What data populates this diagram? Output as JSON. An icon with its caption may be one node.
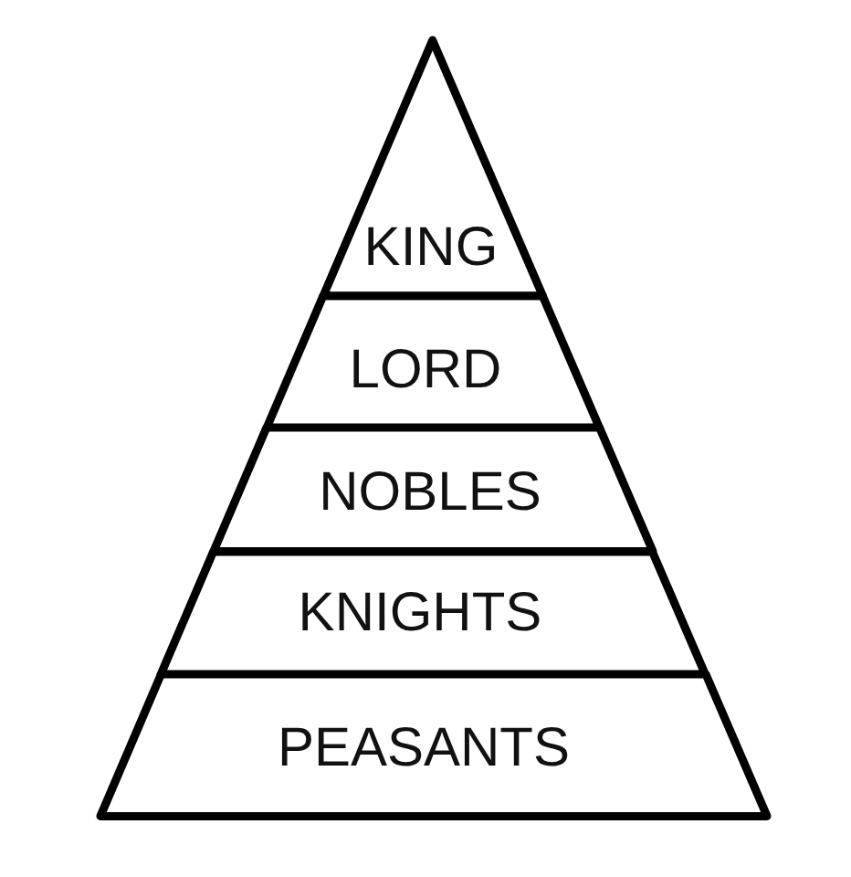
{
  "diagram": {
    "nodes": [
      {
        "text": [
          "KING"
        ]
      },
      {
        "text": [
          "LORD"
        ]
      },
      {
        "text": [
          "NOBLES"
        ]
      },
      {
        "text": [
          "KNIGHTS"
        ]
      },
      {
        "text": [
          "PEASANTS"
        ]
      }
    ]
  }
}
